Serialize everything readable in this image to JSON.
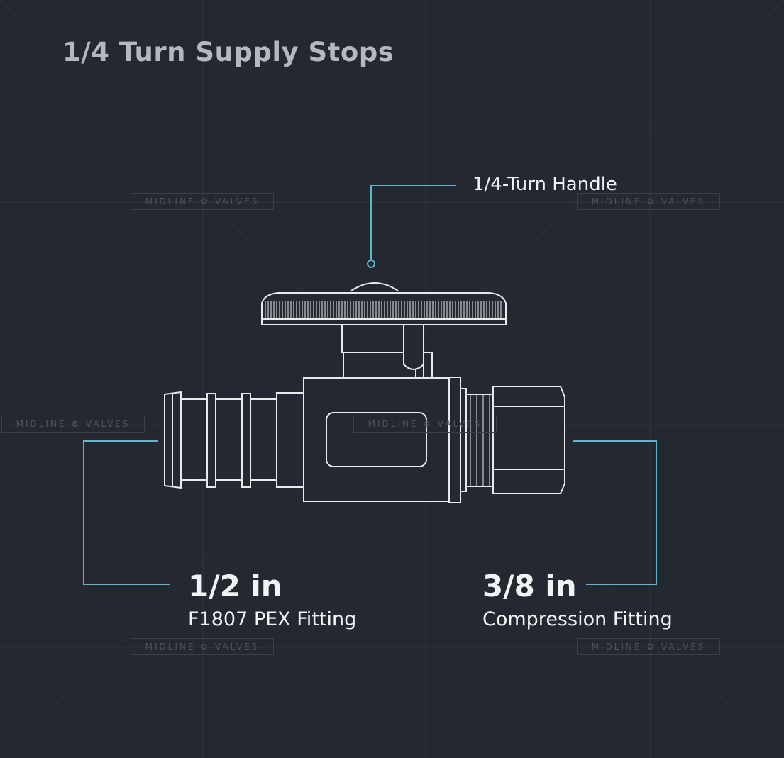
{
  "title": "1/4 Turn Supply Stops",
  "watermark": "MIDLINE ⚙ VALVES",
  "callouts": {
    "handle": "1/4-Turn Handle",
    "left": {
      "size": "1/2 in",
      "type": "F1807 PEX Fitting"
    },
    "right": {
      "size": "3/8 in",
      "type": "Compression Fitting"
    }
  },
  "colors": {
    "background": "#242831",
    "accent": "#5bb6d0",
    "outline": "#e8eaec"
  }
}
